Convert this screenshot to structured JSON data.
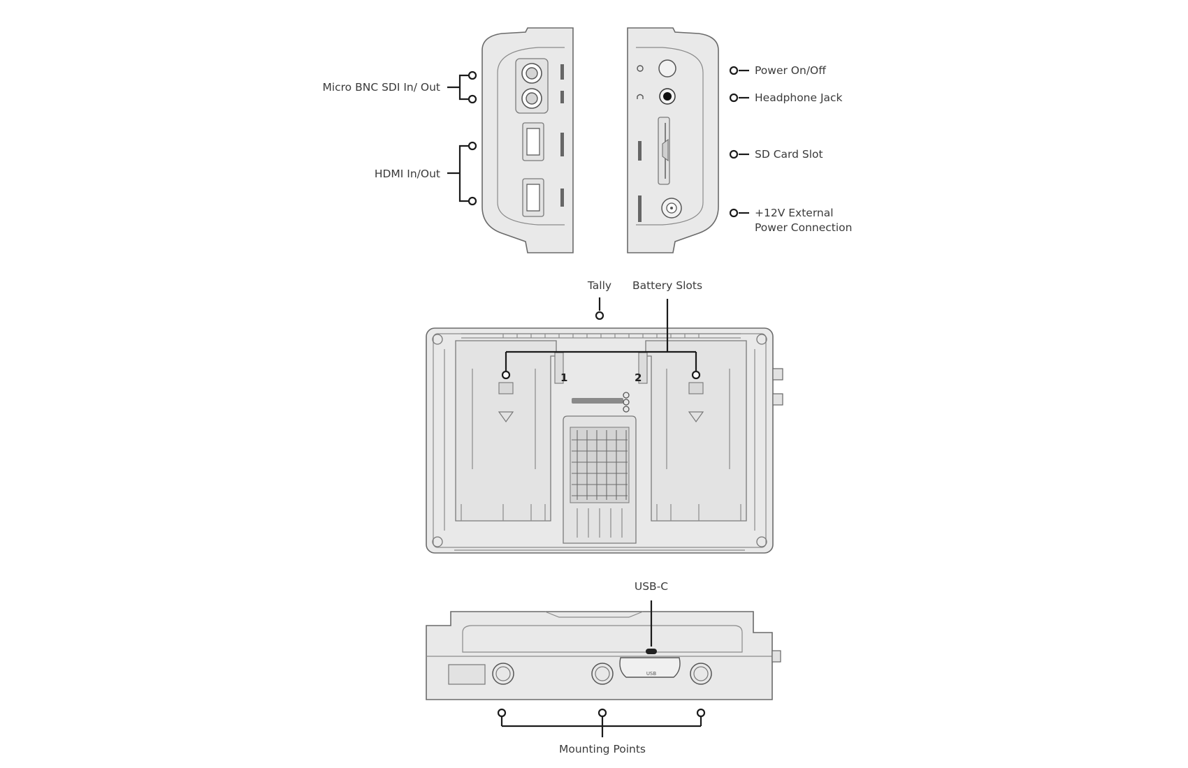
{
  "callouts": {
    "micro_bnc": "Micro BNC SDI In/ Out",
    "hdmi": "HDMI In/Out",
    "power": "Power On/Off",
    "headphone": "Headphone Jack",
    "sd_card": "SD Card Slot",
    "ext_power_line1": "+12V External",
    "ext_power_line2": "Power Connection",
    "tally": "Tally",
    "battery_slots": "Battery Slots",
    "usb_c": "USB-C",
    "mounting_points": "Mounting Points"
  },
  "device": {
    "slot_1": "1",
    "slot_2": "2",
    "usb_port_text": "USB"
  }
}
